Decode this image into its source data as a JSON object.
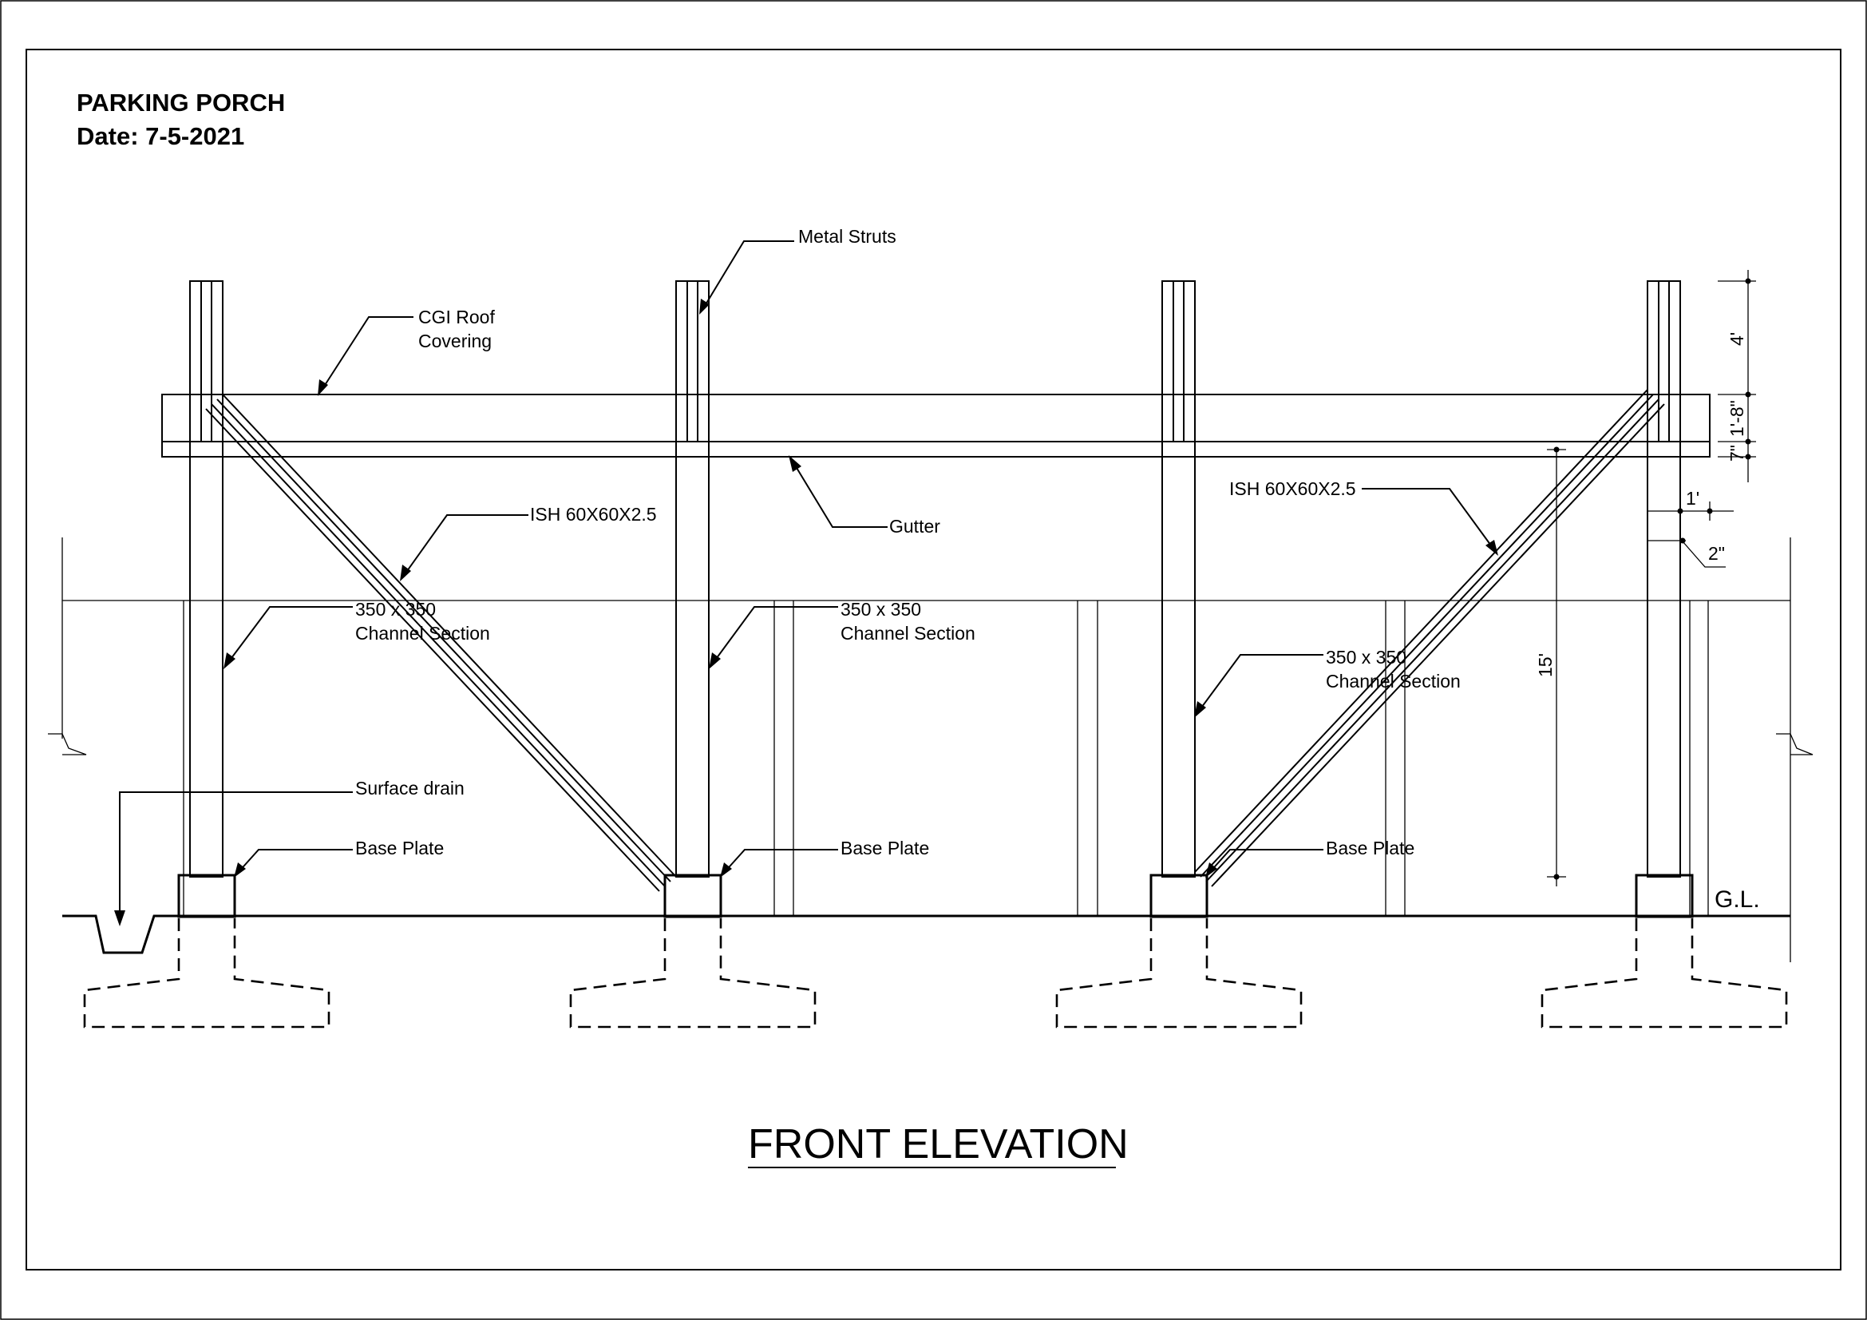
{
  "header": {
    "title": "PARKING PORCH",
    "date": "Date: 7-5-2021"
  },
  "caption": "FRONT ELEVATION",
  "labels": {
    "metal_struts": "Metal Struts",
    "cgi_roof_line1": "CGI Roof",
    "cgi_roof_line2": "Covering",
    "gutter": "Gutter",
    "ish_left": "ISH 60X60X2.5",
    "ish_right": "ISH 60X60X2.5",
    "channel_line1": "350 x 350",
    "channel_line2": "Channel Section",
    "surface_drain": "Surface drain",
    "base_plate": "Base Plate",
    "ground_level": "G.L."
  },
  "dimensions": {
    "d_4ft": "4'",
    "d_1ft8in": "1'-8\"",
    "d_7in": "7\"",
    "d_15ft": "15'",
    "d_1ft": "1'",
    "d_2in": "2\""
  }
}
